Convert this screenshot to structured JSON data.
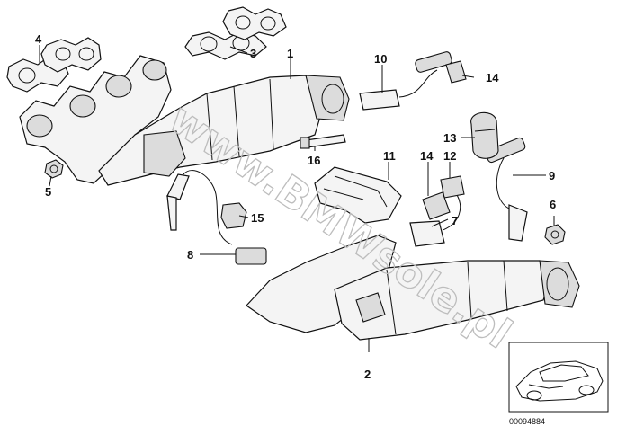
{
  "diagram": {
    "callouts": [
      "1",
      "2",
      "3",
      "4",
      "5",
      "6",
      "7",
      "8",
      "9",
      "10",
      "11",
      "12",
      "13",
      "14",
      "14",
      "15",
      "16"
    ],
    "watermark": "www.BMWsole.pl",
    "reference_number": "00094884"
  }
}
